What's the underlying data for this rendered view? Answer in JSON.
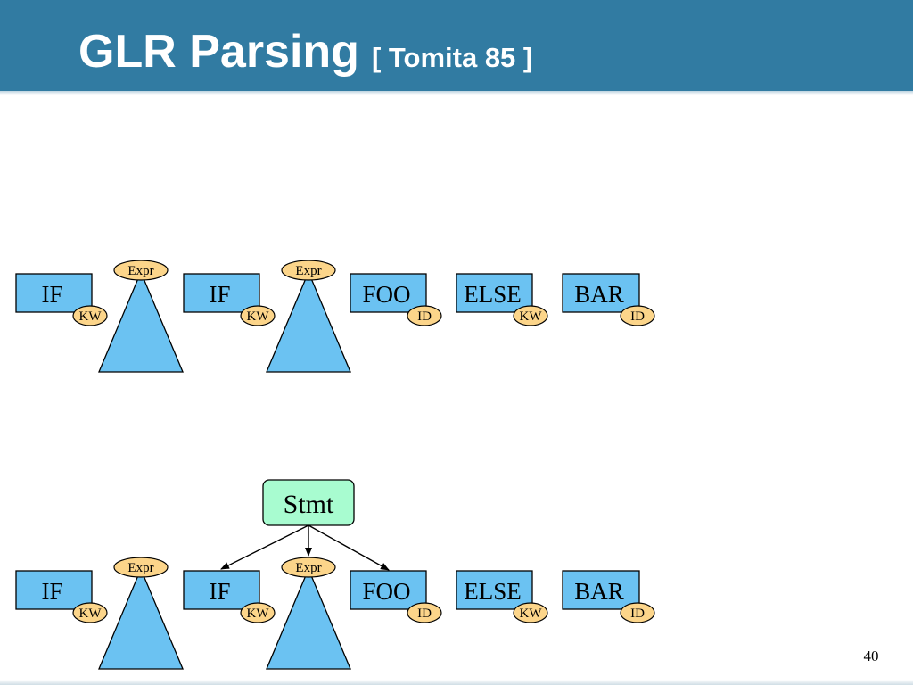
{
  "slide": {
    "title": "GLR Parsing",
    "subtitle": "[ Tomita 85 ]",
    "page_number": "40"
  },
  "rows": [
    {
      "tokens": [
        {
          "text": "IF",
          "tag": "KW"
        },
        {
          "text": "IF",
          "tag": "KW"
        },
        {
          "text": "FOO",
          "tag": "ID"
        },
        {
          "text": "ELSE",
          "tag": "KW"
        },
        {
          "text": "BAR",
          "tag": "ID"
        }
      ],
      "trees": [
        {
          "label": "Expr"
        },
        {
          "label": "Expr"
        }
      ]
    },
    {
      "tokens": [
        {
          "text": "IF",
          "tag": "KW"
        },
        {
          "text": "IF",
          "tag": "KW"
        },
        {
          "text": "FOO",
          "tag": "ID"
        },
        {
          "text": "ELSE",
          "tag": "KW"
        },
        {
          "text": "BAR",
          "tag": "ID"
        }
      ],
      "trees": [
        {
          "label": "Expr"
        },
        {
          "label": "Expr"
        }
      ],
      "parent": {
        "label": "Stmt"
      }
    }
  ],
  "colors": {
    "header": "#317ba2",
    "token_fill": "#6bc2f2",
    "tag_fill": "#fcd58a",
    "tree_fill": "#6bc2f2",
    "stmt_fill": "#a8fcd0"
  }
}
